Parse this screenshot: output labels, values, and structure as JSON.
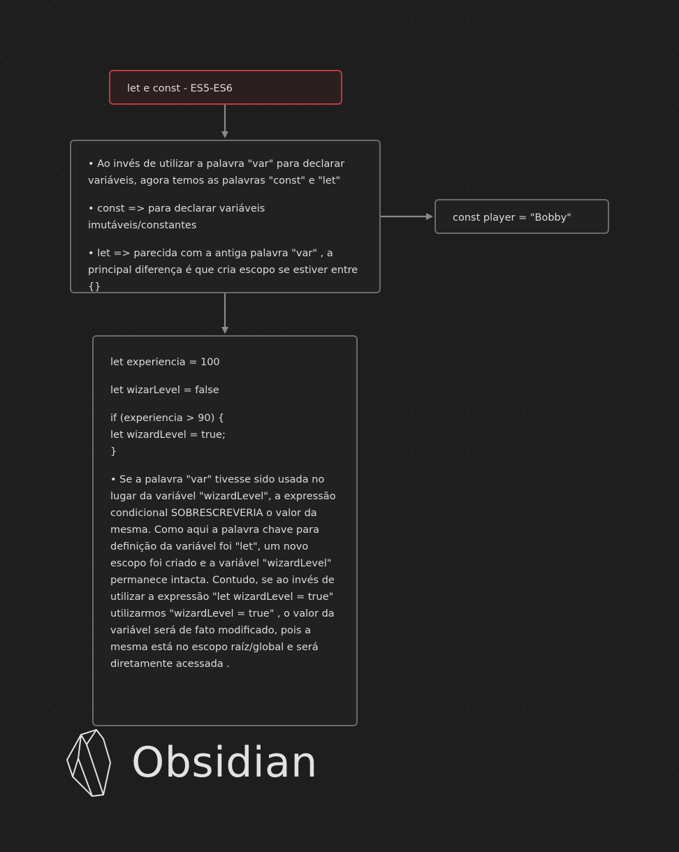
{
  "canvas": {
    "accent_color": "#c3383d",
    "border_color": "#6b6b6b",
    "background_color": "#1e1e1e"
  },
  "nodes": {
    "title": {
      "text": "let e const - ES5-ES6"
    },
    "notes": {
      "paragraphs": [
        "• Ao invés de utilizar a palavra \"var\" para declarar variáveis, agora temos as palavras \"const\" e \"let\"",
        "•  const => para declarar variáveis imutáveis/constantes",
        "• let => parecida com a antiga palavra \"var\" , a principal diferença é que cria escopo se estiver entre {}"
      ]
    },
    "player": {
      "text": "const player = \"Bobby\""
    },
    "example": {
      "paragraphs": [
        "let experiencia = 100",
        "let wizarLevel = false",
        "if (experiencia > 90) {\nlet wizardLevel = true;\n}",
        "• Se a palavra \"var\" tivesse sido usada no lugar da variável \"wizardLevel\", a expressão condicional SOBRESCREVERIA o valor da mesma. Como aqui a palavra chave para definição da variável foi \"let\", um novo escopo foi criado e a variável \"wizardLevel\" permanece intacta. Contudo, se ao invés de utilizar a expressão \"let wizardLevel = true\" utilizarmos \"wizardLevel = true\" , o valor da variável será de fato modificado, pois a mesma está no escopo raíz/global e será diretamente acessada ."
      ]
    }
  },
  "watermark": {
    "icon": "obsidian-logo-icon",
    "text": "Obsidian"
  }
}
